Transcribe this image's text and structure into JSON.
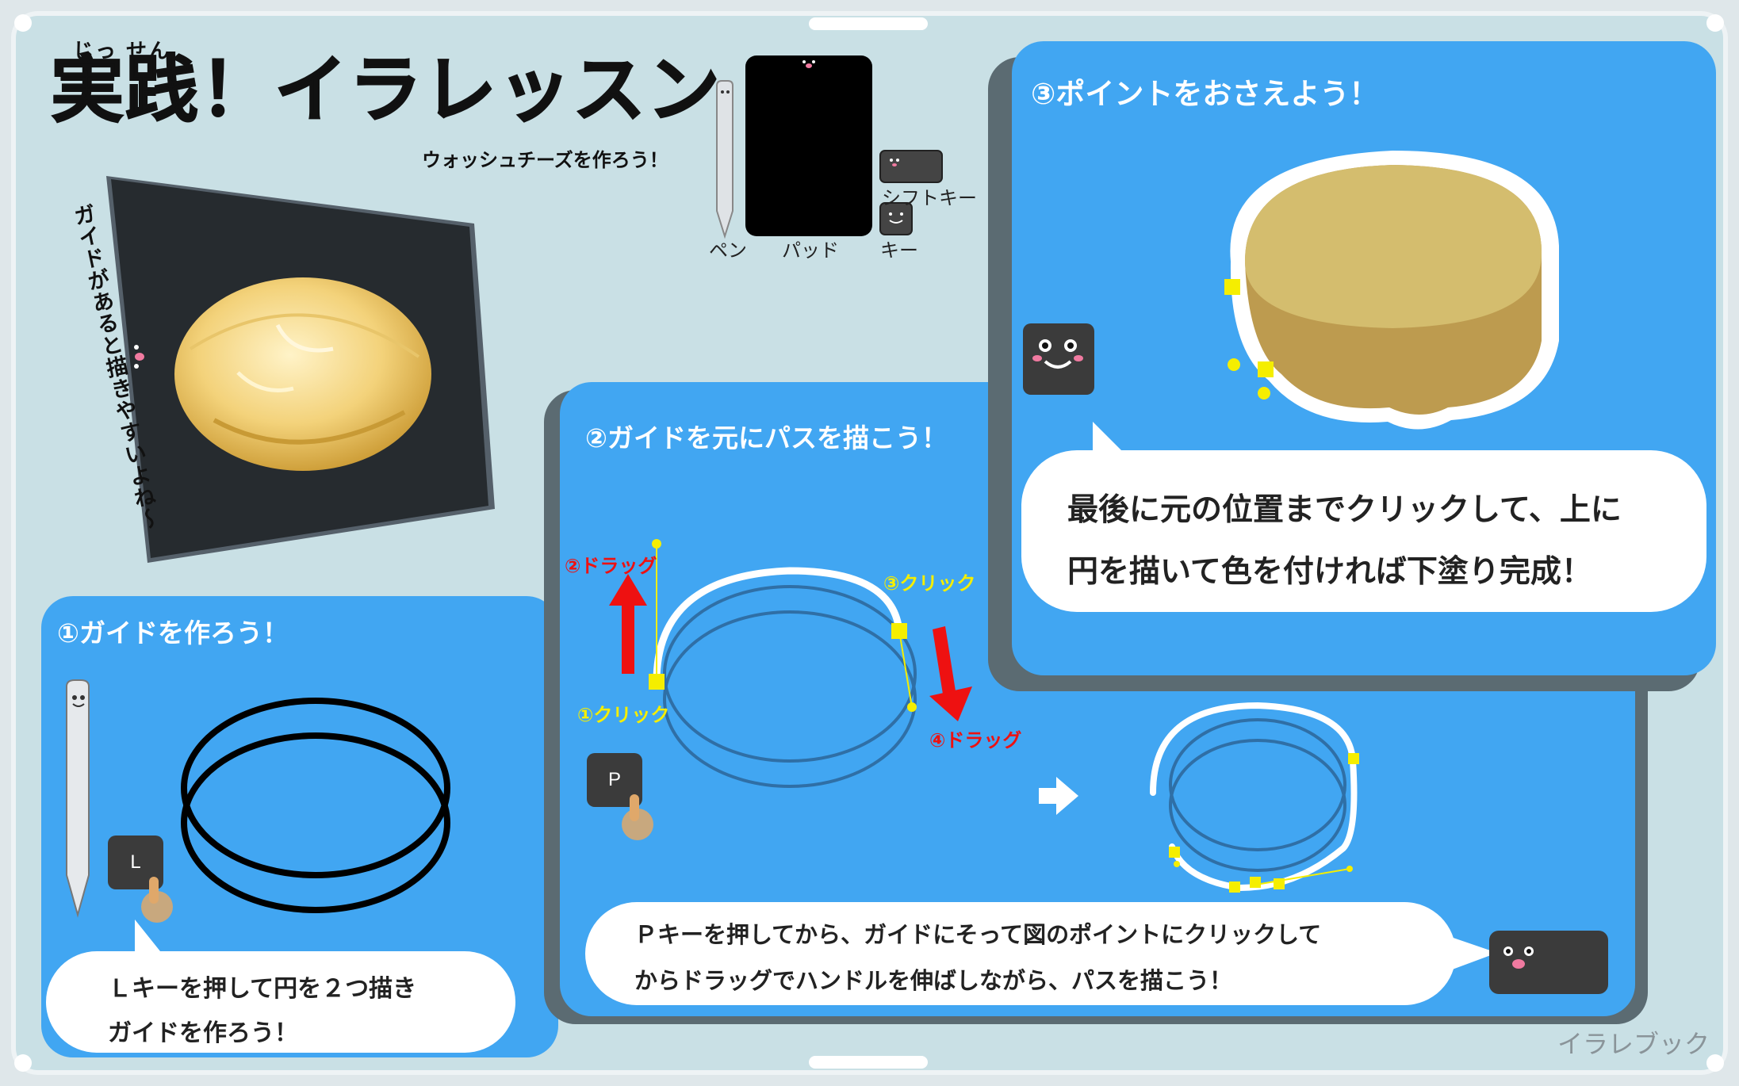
{
  "header": {
    "furigana": "じっ せん",
    "title": "実践！イラレッスン",
    "subtitle": "ウォッシュチーズを作ろう！"
  },
  "side_note": "ガイドがあると描きやすいよね〜",
  "legend": {
    "pen_label": "ペン",
    "pad_label": "パッド",
    "shift_key_label": "シフトキー",
    "key_label": "キー"
  },
  "steps": [
    {
      "title": "①ガイドを作ろう！",
      "key": "L",
      "bubble_lines": [
        "Ｌキーを押して円を２つ描き",
        "ガイドを作ろう！"
      ]
    },
    {
      "title": "②ガイドを元にパスを描こう！",
      "key": "P",
      "annotations": {
        "click1": "①クリック",
        "drag2": "②ドラッグ",
        "click3": "③クリック",
        "drag4": "④ドラッグ"
      },
      "bubble_lines": [
        "Ｐキーを押してから、ガイドにそって図のポイントにクリックして",
        "からドラッグでハンドルを伸ばしながら、パスを描こう！"
      ]
    },
    {
      "title": "③ポイントをおさえよう！",
      "bubble_lines": [
        "最後に元の位置までクリックして、上に",
        "円を描いて色を付ければ下塗り完成！"
      ]
    }
  ],
  "footer": "イラレブック",
  "colors": {
    "panel": "#41a6f2",
    "shadow": "#5b6b72",
    "background": "#c9e0e5",
    "key": "#3b3b3b",
    "anchor": "#f5ee00",
    "drag_arrow": "#ee1111",
    "cheese": "#d4bd6e"
  },
  "icons": [
    "pen-character-icon",
    "tablet-character-icon",
    "key-character-icon",
    "finger-press-icon",
    "arrow-right-icon"
  ]
}
